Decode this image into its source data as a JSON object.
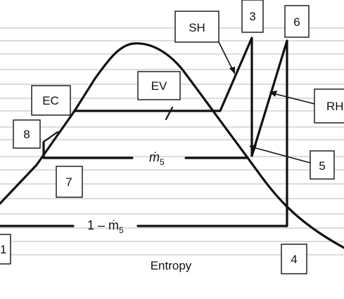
{
  "axis": {
    "xlabel": "Entropy"
  },
  "flows": {
    "m5": "ṁ",
    "m5_sub": "5",
    "one_minus_m5": "1 – ṁ",
    "one_minus_sub": "5"
  },
  "labels": {
    "SH": "SH",
    "EV": "EV",
    "EC": "EC",
    "RH": "RH",
    "n1": "1",
    "n3": "3",
    "n4": "4",
    "n5": "5",
    "n6": "6",
    "n7": "7",
    "n8": "8"
  }
}
